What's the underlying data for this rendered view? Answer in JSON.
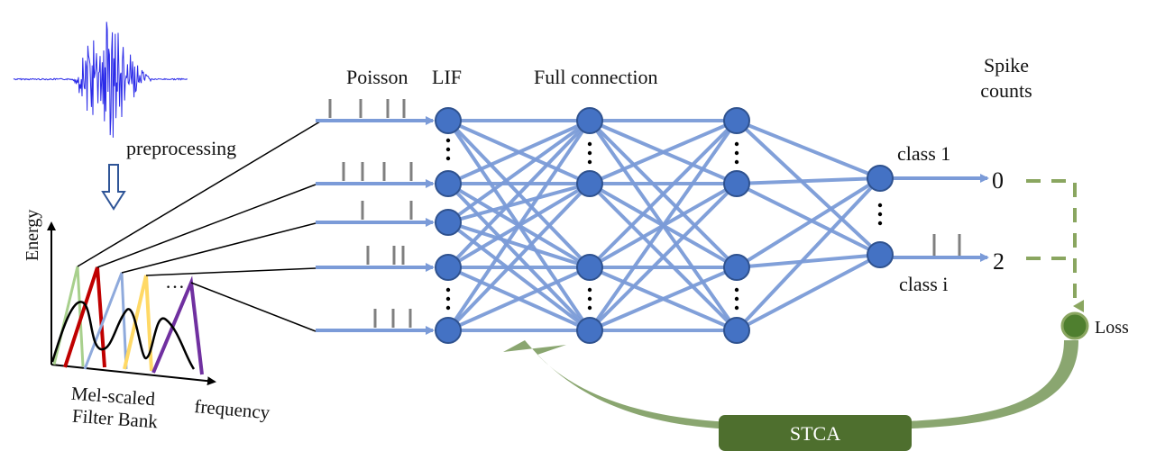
{
  "labels": {
    "preprocessing": "preprocessing",
    "energy_axis": "Energy",
    "frequency_axis": "frequency",
    "filter_bank_line1": "Mel-scaled",
    "filter_bank_line2": "Filter Bank",
    "poisson": "Poisson",
    "lif": "LIF",
    "full_connection": "Full connection",
    "spike_counts_line1": "Spike",
    "spike_counts_line2": "counts",
    "class_first": "class 1",
    "class_last": "class i",
    "count_first": "0",
    "count_last": "2",
    "loss": "Loss",
    "stca": "STCA",
    "ellipsis": "…"
  },
  "colors": {
    "neuron": "#4472c4",
    "connection": "#7b9bd8",
    "waveform": "#2a2ae8",
    "loss_neuron": "#4f7f2f",
    "feedback_arrow": "#8aa670",
    "stca_box": "#4e6f2e",
    "dashed_path": "#8aa660",
    "spike": "#808080",
    "filters": [
      "#a8d08d",
      "#c00000",
      "#8faadc",
      "#ffd966",
      "#7030a0"
    ]
  },
  "icons": {
    "down_arrow": "hollow-down-arrow-icon"
  }
}
